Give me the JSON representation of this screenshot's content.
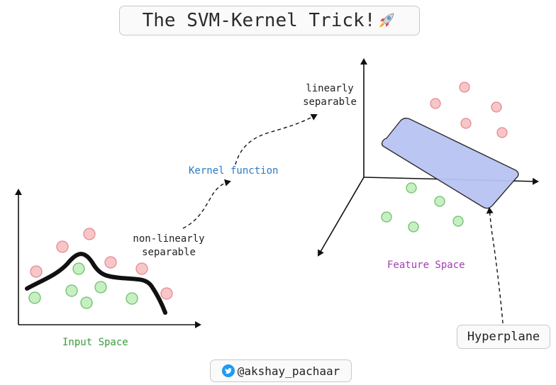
{
  "title": "The SVM-Kernel Trick!",
  "title_icon": "rocket-icon",
  "labels": {
    "input_space": "Input Space",
    "feature_space": "Feature Space",
    "kernel_function": "Kernel function",
    "non_linearly_line1": "non-linearly",
    "non_linearly_line2": "separable",
    "linearly_line1": "linearly",
    "linearly_line2": "separable",
    "hyperplane": "Hyperplane"
  },
  "credit": {
    "handle": "@akshay_pachaar",
    "icon": "twitter-bird-icon"
  },
  "colors": {
    "class_a_fill": "#f7c6c8",
    "class_a_stroke": "#e8898e",
    "class_b_fill": "#c6efc2",
    "class_b_stroke": "#6fbf6a",
    "hyperplane_fill": "#b9c3f3",
    "input_space_label": "#3c9a3c",
    "feature_space_label": "#a03db0",
    "kernel_label": "#2a7ac4"
  }
}
